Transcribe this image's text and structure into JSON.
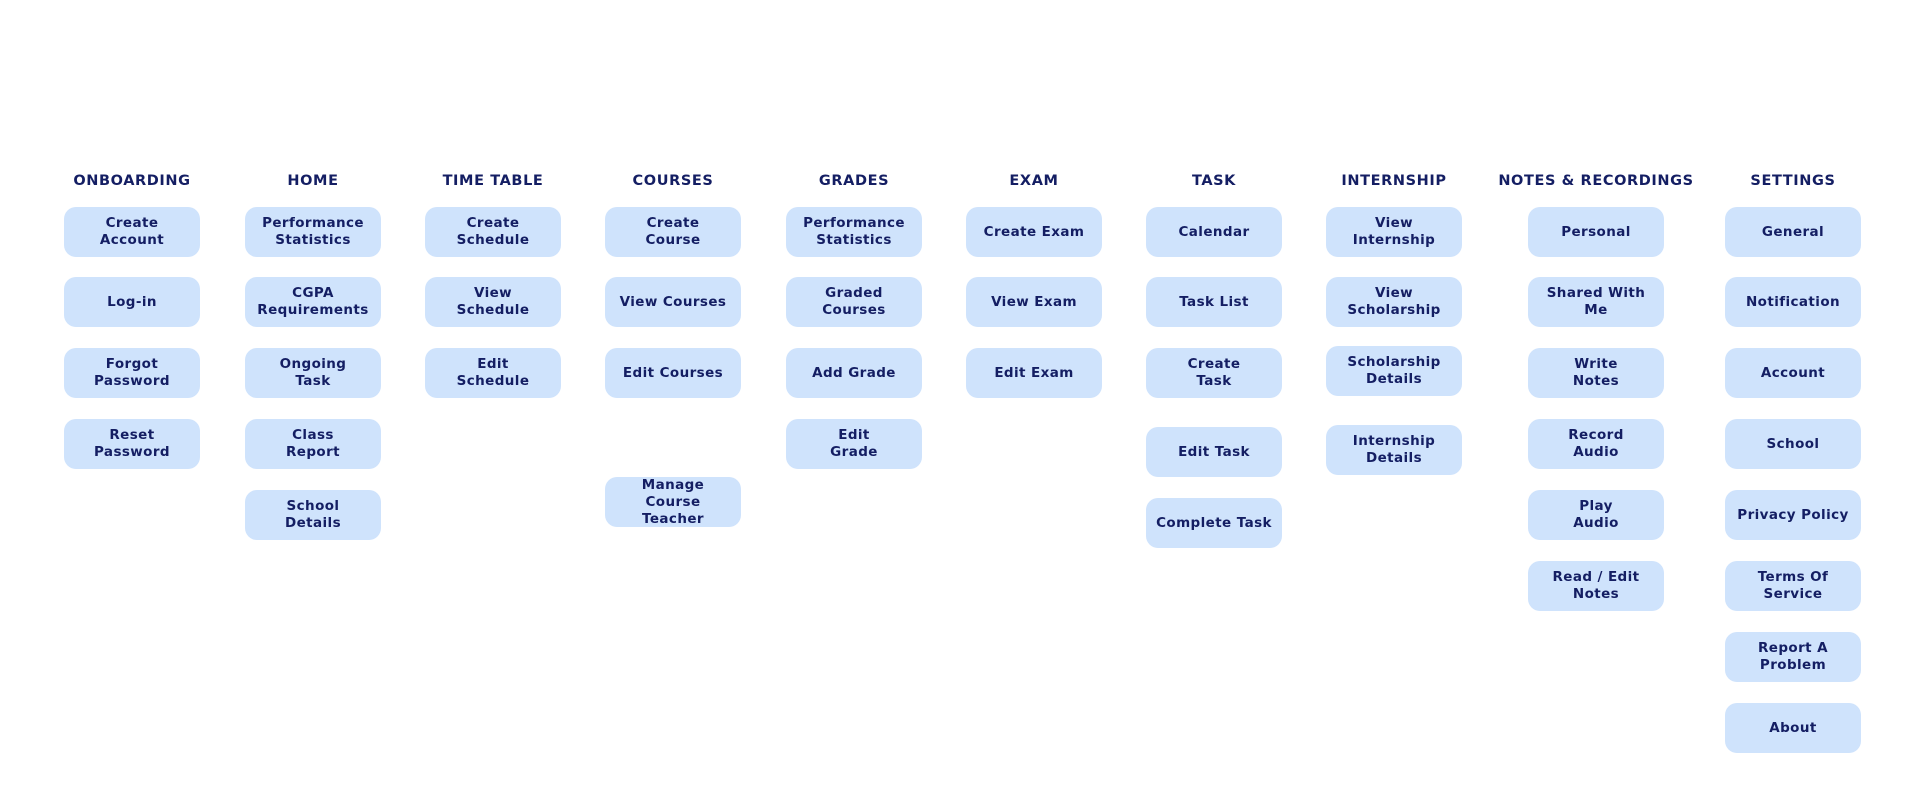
{
  "accent_color": "#141e63",
  "node_color": "#cfe3fc",
  "columns": [
    {
      "id": "onboarding",
      "title": "ONBOARDING",
      "items": [
        "Create\nAccount",
        "Log-in",
        "Forgot\nPassword",
        "Reset\nPassword"
      ]
    },
    {
      "id": "home",
      "title": "HOME",
      "items": [
        "Performance\nStatistics",
        "CGPA\nRequirements",
        "Ongoing\nTask",
        "Class\nReport",
        "School\nDetails"
      ]
    },
    {
      "id": "time-table",
      "title": "TIME TABLE",
      "items": [
        "Create\nSchedule",
        "View\nSchedule",
        "Edit\nSchedule"
      ]
    },
    {
      "id": "courses",
      "title": "COURSES",
      "items": [
        "Create\nCourse",
        "View Courses",
        "Edit Courses",
        "Manage\nCourse Teacher"
      ]
    },
    {
      "id": "grades",
      "title": "GRADES",
      "items": [
        "Performance\nStatistics",
        "Graded\nCourses",
        "Add Grade",
        "Edit\nGrade"
      ]
    },
    {
      "id": "exam",
      "title": "EXAM",
      "items": [
        "Create Exam",
        "View Exam",
        "Edit Exam"
      ]
    },
    {
      "id": "task",
      "title": "TASK",
      "items": [
        "Calendar",
        "Task List",
        "Create\nTask",
        "Edit Task",
        "Complete Task"
      ]
    },
    {
      "id": "internship",
      "title": "INTERNSHIP",
      "items": [
        "View\nInternship",
        "View\nScholarship",
        "Scholarship\nDetails",
        "Internship\nDetails"
      ]
    },
    {
      "id": "notes-recordings",
      "title": "NOTES & RECORDINGS",
      "items": [
        "Personal",
        "Shared With\nMe",
        "Write\nNotes",
        "Record\nAudio",
        "Play\nAudio",
        "Read / Edit\nNotes"
      ]
    },
    {
      "id": "settings",
      "title": "SETTINGS",
      "items": [
        "General",
        "Notification",
        "Account",
        "School",
        "Privacy Policy",
        "Terms Of Service",
        "Report A\nProblem",
        "About"
      ]
    }
  ]
}
